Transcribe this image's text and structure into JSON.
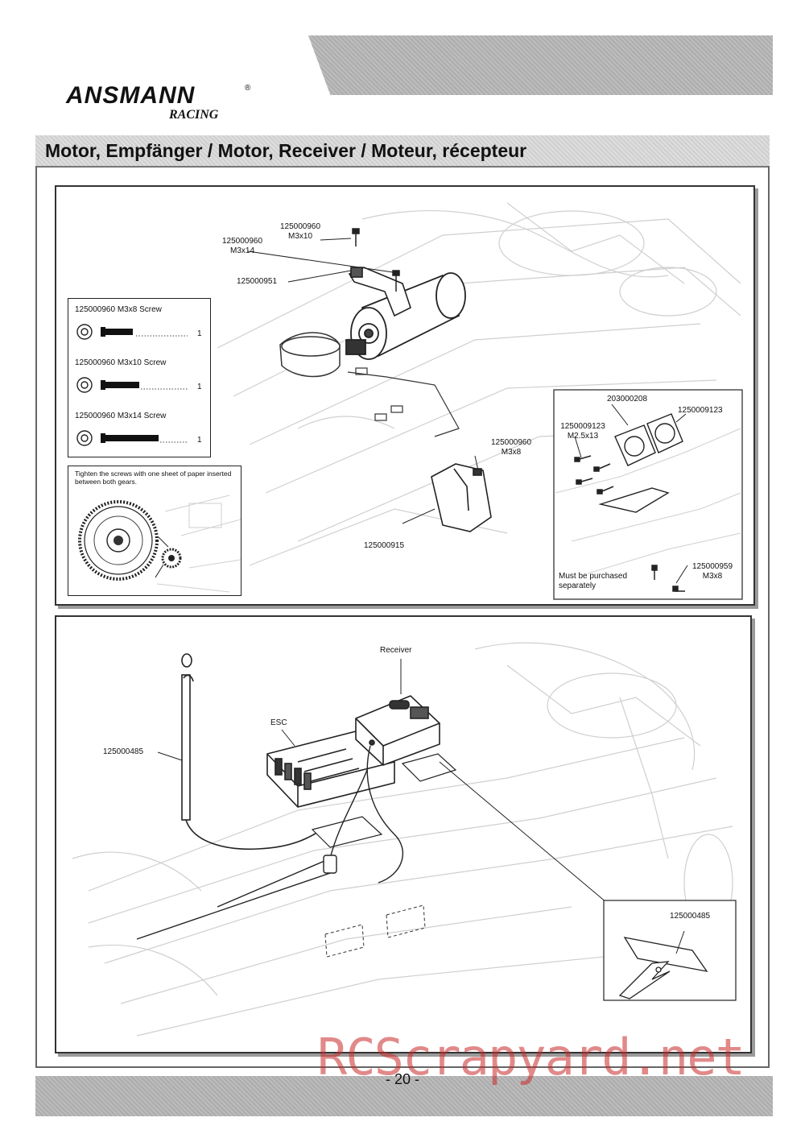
{
  "header": {
    "brand": "ANSMANN",
    "brand_reg": "®",
    "brand_sub": "RACING"
  },
  "title": "Motor, Empfänger / Motor, Receiver / Moteur, récepteur",
  "motor_panel": {
    "labels": {
      "screw_m3x10": "125000960\nM3x10",
      "screw_m3x14": "125000960\nM3x14",
      "mount": "125000951",
      "screw_m3x8": "125000960\nM3x8",
      "cover": "125000915"
    },
    "screw_inset": {
      "items": [
        {
          "label": "125000960  M3x8 Screw",
          "qty": "1"
        },
        {
          "label": "125000960  M3x10 Screw",
          "qty": "1"
        },
        {
          "label": "125000960  M3x14 Screw",
          "qty": "1"
        }
      ]
    },
    "gear_inset": {
      "note": "Tighten the screws with one sheet of paper inserted between both gears."
    },
    "fan_inset": {
      "fan": "203000208",
      "screw_left": "1250009123\nM2.5x13",
      "screw_right": "1250009123",
      "bottom_screw": "125000959\nM3x8",
      "note": "Must be purchased\nseparately"
    }
  },
  "receiver_panel": {
    "labels": {
      "receiver": "Receiver",
      "esc": "ESC",
      "antenna": "125000485"
    },
    "tape_inset": {
      "label": "125000485"
    }
  },
  "footer": {
    "page": "- 20 -",
    "watermark": "RCScrapyard.net"
  },
  "colors": {
    "band": "#b3b3b3",
    "watermark": "#c82828"
  }
}
